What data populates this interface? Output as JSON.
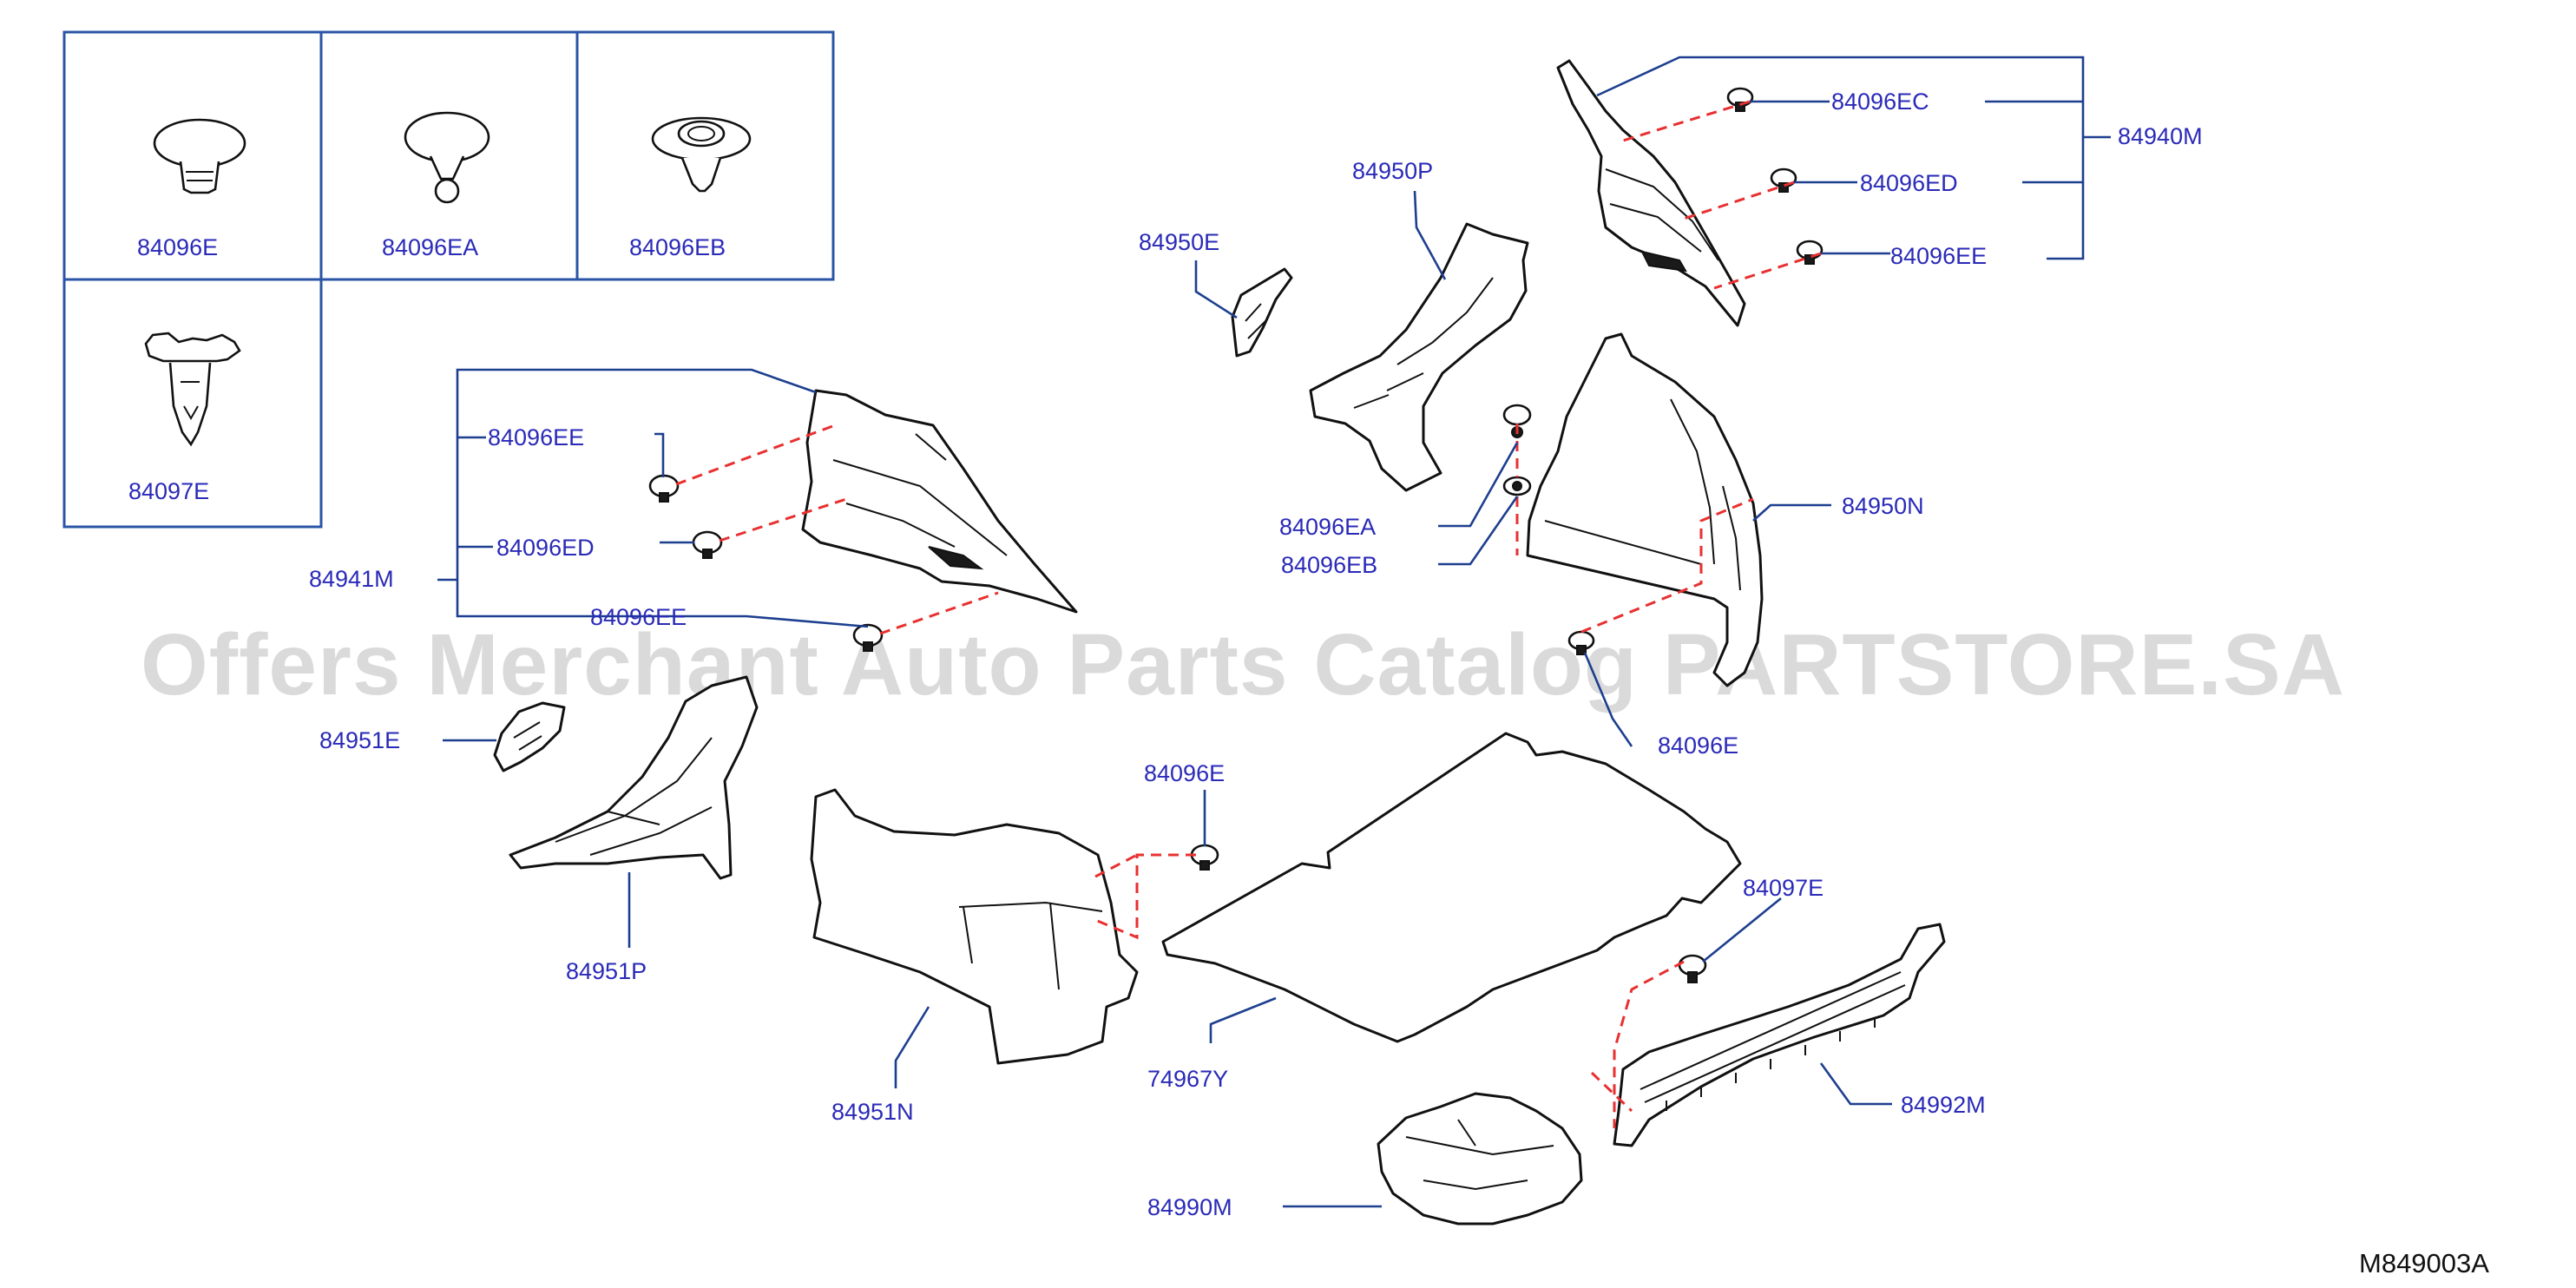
{
  "diagram": {
    "watermark": "Offers Merchant Auto Parts Catalog PARTSTORE.SA",
    "figure_code": "M849003A",
    "legend_boxes": [
      {
        "label": "84096E"
      },
      {
        "label": "84096EA"
      },
      {
        "label": "84096EB"
      },
      {
        "label": "84097E"
      }
    ],
    "callouts": [
      {
        "id": "84940M",
        "text": "84940M"
      },
      {
        "id": "84096EC",
        "text": "84096EC"
      },
      {
        "id": "84096ED_right",
        "text": "84096ED"
      },
      {
        "id": "84096EE_right",
        "text": "84096EE"
      },
      {
        "id": "84950P",
        "text": "84950P"
      },
      {
        "id": "84950E",
        "text": "84950E"
      },
      {
        "id": "84096EE_left_top",
        "text": "84096EE"
      },
      {
        "id": "84096ED_left",
        "text": "84096ED"
      },
      {
        "id": "84941M",
        "text": "84941M"
      },
      {
        "id": "84096EE_left_bottom",
        "text": "84096EE"
      },
      {
        "id": "84096EA",
        "text": "84096EA"
      },
      {
        "id": "84096EB",
        "text": "84096EB"
      },
      {
        "id": "84950N",
        "text": "84950N"
      },
      {
        "id": "84096E_right",
        "text": "84096E"
      },
      {
        "id": "84951E",
        "text": "84951E"
      },
      {
        "id": "84951P",
        "text": "84951P"
      },
      {
        "id": "84096E_mid",
        "text": "84096E"
      },
      {
        "id": "84097E",
        "text": "84097E"
      },
      {
        "id": "84951N",
        "text": "84951N"
      },
      {
        "id": "74967Y",
        "text": "74967Y"
      },
      {
        "id": "84992M",
        "text": "84992M"
      },
      {
        "id": "84990M",
        "text": "84990M"
      }
    ]
  }
}
